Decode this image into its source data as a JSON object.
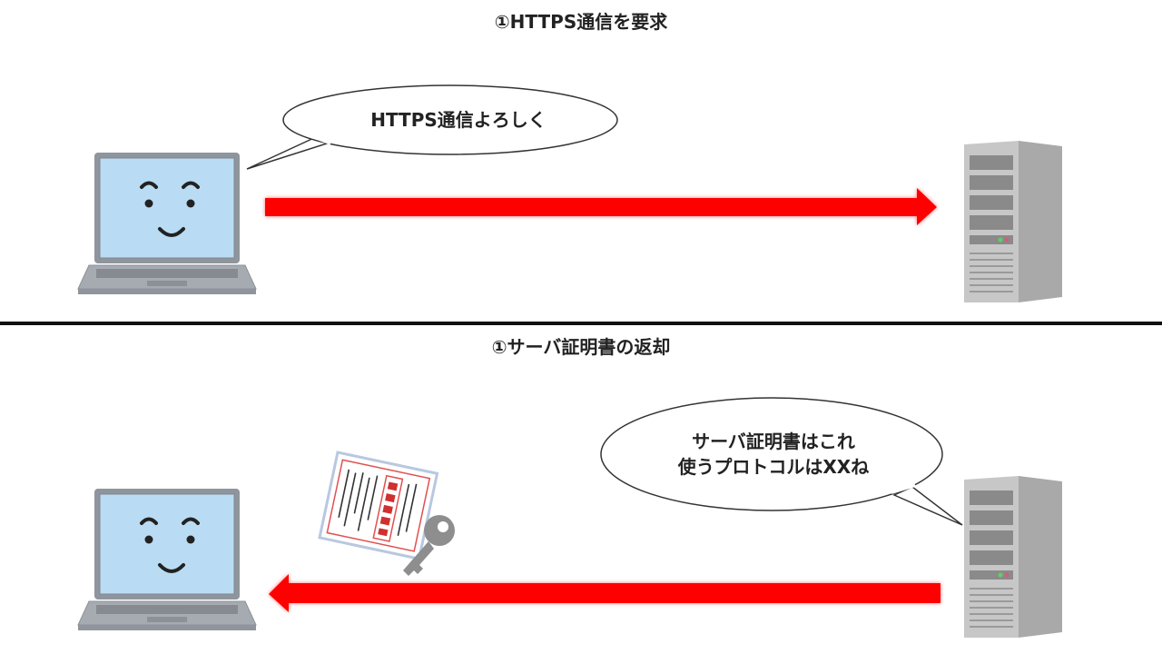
{
  "step1": {
    "title": "①HTTPS通信を要求",
    "client_speech": "HTTPS通信よろしく"
  },
  "step2": {
    "title": "①サーバ証明書の返却",
    "server_speech_line1": "サーバ証明書はこれ",
    "server_speech_line2": "使うプロトコルはXXね"
  },
  "colors": {
    "arrow": "#ff0000",
    "screen": "#b9dcf4",
    "laptop_body": "#9aa0a8",
    "server_body": "#b8b8b8",
    "divider": "#111111"
  }
}
